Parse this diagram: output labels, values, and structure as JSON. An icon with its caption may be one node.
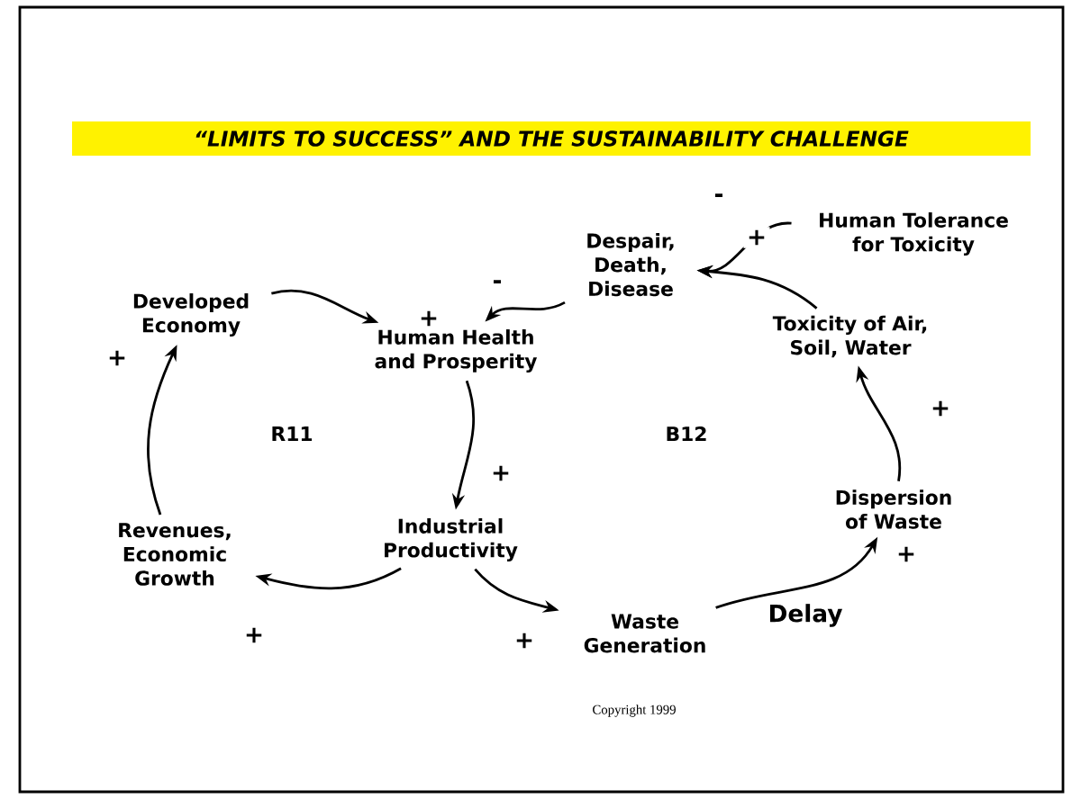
{
  "diagram": {
    "title": "“LIMITS TO SUCCESS” AND THE SUSTAINABILITY CHALLENGE",
    "nodes": [
      {
        "text": [
          "Developed Economy"
        ]
      },
      {
        "text": [
          "Human Health and Prosperity"
        ]
      },
      {
        "text": [
          "Industrial Productivity"
        ]
      },
      {
        "text": [
          "Revenues, Economic Growth"
        ]
      },
      {
        "text": [
          "Despair, Death, Disease"
        ]
      },
      {
        "text": [
          "Human Tolerance for Toxicity"
        ]
      },
      {
        "text": [
          "Toxicity of Air, Soil, Water"
        ]
      },
      {
        "text": [
          "Dispersion of Waste"
        ]
      },
      {
        "text": [
          "Waste Generation"
        ]
      }
    ],
    "edges": [
      {
        "from": 0,
        "to": 1,
        "arrow": "to",
        "label": "+"
      },
      {
        "from": 1,
        "to": 2,
        "arrow": "to",
        "label": "+"
      },
      {
        "from": 2,
        "to": 3,
        "arrow": "to",
        "label": "+"
      },
      {
        "from": 3,
        "to": 0,
        "arrow": "to",
        "label": "+"
      },
      {
        "from": 4,
        "to": 1,
        "arrow": "to",
        "label": "-"
      },
      {
        "from": 5,
        "to": 4,
        "arrow": "to",
        "label": "-"
      },
      {
        "from": 6,
        "to": 4,
        "arrow": "to",
        "label": "+"
      },
      {
        "from": 7,
        "to": 6,
        "arrow": "to",
        "label": "+"
      },
      {
        "from": 8,
        "to": 7,
        "arrow": "to",
        "label": "Delay"
      },
      {
        "from": 2,
        "to": 8,
        "arrow": "to",
        "label": "+"
      }
    ],
    "labels": [
      "R11",
      "B12",
      "+",
      "Copyright 1999"
    ]
  }
}
